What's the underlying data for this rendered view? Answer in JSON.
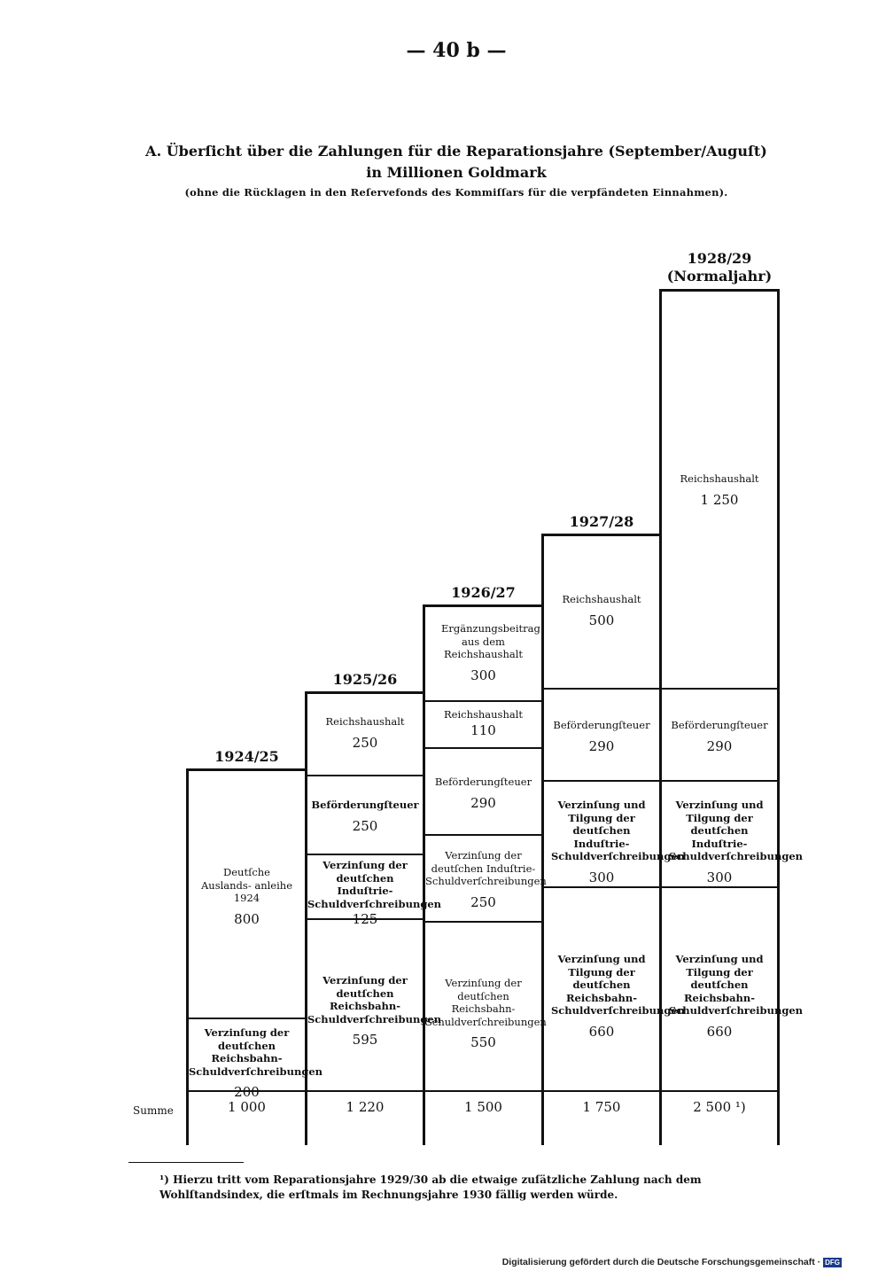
{
  "page_number": "— 40 b —",
  "title_line1": "A. Überſicht über die Zahlungen für die Reparationsjahre (September/Auguſt)",
  "title_line2": "in Millionen Goldmark",
  "title_line3": "(ohne die Rücklagen in den Reſervefonds des Kommiſſars für die verpfändeten Einnahmen).",
  "summe_label": "Summe",
  "columns": [
    {
      "year": "1924/25",
      "sum": "1 000",
      "segments": [
        {
          "label": "Deutſche Auslands- anleihe 1924",
          "value": "800"
        },
        {
          "label": "Verzinſung der deutſchen Reichsbahn- Schuldverſchreibungen",
          "value": "200"
        }
      ]
    },
    {
      "year": "1925/26",
      "sum": "1 220",
      "segments": [
        {
          "label": "Reichshaushalt",
          "value": "250"
        },
        {
          "label": "Beförderungſteuer",
          "value": "250"
        },
        {
          "label": "Verzinſung der deutſchen Induſtrie- Schuldverſchreibungen",
          "value": "125"
        },
        {
          "label": "Verzinſung der deutſchen Reichsbahn- Schuldverſchreibungen",
          "value": "595"
        }
      ]
    },
    {
      "year": "1926/27",
      "sum": "1 500",
      "segments": [
        {
          "label": "Ergänzungsbeitrag aus dem Reichshaushalt",
          "value": "300"
        },
        {
          "label": "Reichshaushalt",
          "value": "110"
        },
        {
          "label": "Beförderungſteuer",
          "value": "290"
        },
        {
          "label": "Verzinſung der deutſchen Induſtrie- Schuldverſchreibungen",
          "value": "250"
        },
        {
          "label": "Verzinſung der deutſchen Reichsbahn- Schuldverſchreibungen",
          "value": "550"
        }
      ]
    },
    {
      "year": "1927/28",
      "sum": "1 750",
      "segments": [
        {
          "label": "Reichshaushalt",
          "value": "500"
        },
        {
          "label": "Beförderungſteuer",
          "value": "290"
        },
        {
          "label": "Verzinſung und Tilgung der deutſchen Induſtrie- Schuldverſchreibungen",
          "value": "300"
        },
        {
          "label": "Verzinſung und Tilgung der deutſchen Reichsbahn- Schuldverſchreibungen",
          "value": "660"
        }
      ]
    },
    {
      "year": "1928/29",
      "year_note": "(Normaljahr)",
      "sum": "2 500 ¹)",
      "segments": [
        {
          "label": "Reichshaushalt",
          "value": "1 250"
        },
        {
          "label": "Beförderungſteuer",
          "value": "290"
        },
        {
          "label": "Verzinſung und Tilgung der deutſchen Induſtrie- Schuldverſchreibungen",
          "value": "300"
        },
        {
          "label": "Verzinſung und Tilgung der deutſchen Reichsbahn- Schuldverſchreibungen",
          "value": "660"
        }
      ]
    }
  ],
  "footnote_mark": "¹)",
  "footnote_text": "Hierzu tritt vom Reparationsjahre 1929/30 ab die etwaige zuſätzliche Zahlung nach dem Wohlſtandsindex, die erſtmals im Rechnungsjahre 1930 fällig werden würde.",
  "digitization_note": "Digitalisierung gefördert durch die Deutsche Forschungsgemeinschaft ·",
  "dfg_badge": "DFG"
}
